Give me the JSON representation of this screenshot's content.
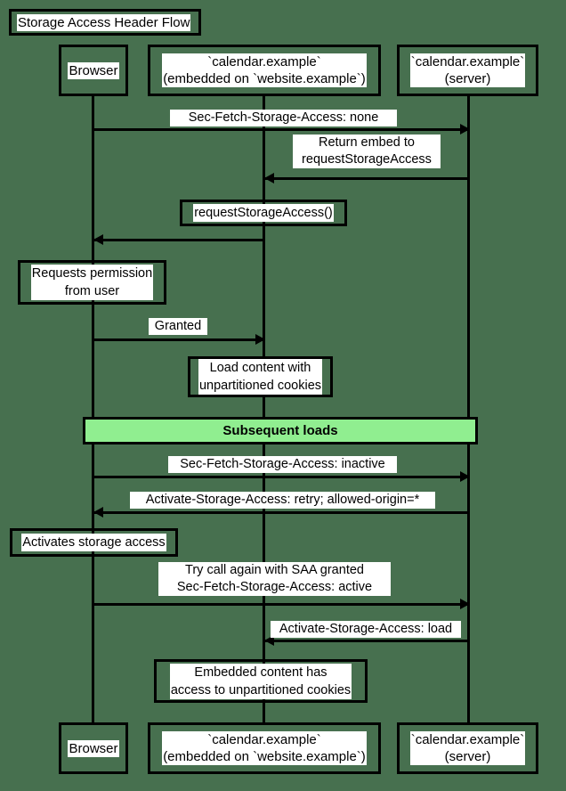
{
  "diagram": {
    "title": "Storage Access Header Flow",
    "background_color": "#47704f",
    "line_color": "#000000",
    "label_background": "#ffffff",
    "section_color": "#90ee90"
  },
  "participants": [
    {
      "id": "browser",
      "label": "Browser"
    },
    {
      "id": "embed",
      "label": "`calendar.example`\n(embedded on `website.example`)"
    },
    {
      "id": "server",
      "label": "`calendar.example`\n(server)"
    }
  ],
  "messages": [
    {
      "id": "m1",
      "label": "Sec-Fetch-Storage-Access: none",
      "from": "browser",
      "to": "server",
      "direction": "right"
    },
    {
      "id": "m2",
      "label": "Return embed to\nrequestStorageAccess",
      "from": "server",
      "to": "embed",
      "direction": "left"
    },
    {
      "id": "m3",
      "label": "requestStorageAccess()",
      "from": "embed",
      "to": "browser",
      "direction": "left",
      "boxed": true
    },
    {
      "id": "m4",
      "label": "Granted",
      "from": "browser",
      "to": "embed",
      "direction": "right"
    },
    {
      "id": "m5",
      "label": "Sec-Fetch-Storage-Access: inactive",
      "from": "browser",
      "to": "server",
      "direction": "right"
    },
    {
      "id": "m6",
      "label": "Activate-Storage-Access: retry; allowed-origin=*",
      "from": "server",
      "to": "browser",
      "direction": "left"
    },
    {
      "id": "m7",
      "label": "Try call again with SAA granted\nSec-Fetch-Storage-Access: active",
      "from": "browser",
      "to": "server",
      "direction": "right"
    },
    {
      "id": "m8",
      "label": "Activate-Storage-Access: load",
      "from": "server",
      "to": "embed",
      "direction": "left"
    }
  ],
  "notes": [
    {
      "id": "n1",
      "label": "Requests permission\nfrom user",
      "over": "browser"
    },
    {
      "id": "n2",
      "label": "Load content with\nunpartitioned cookies",
      "over": "embed"
    },
    {
      "id": "n3",
      "label": "Activates storage access",
      "over": "browser"
    },
    {
      "id": "n4",
      "label": "Embedded content has\naccess to unpartitioned cookies",
      "over": "embed"
    }
  ],
  "sections": [
    {
      "id": "s1",
      "label": "Subsequent loads"
    }
  ]
}
